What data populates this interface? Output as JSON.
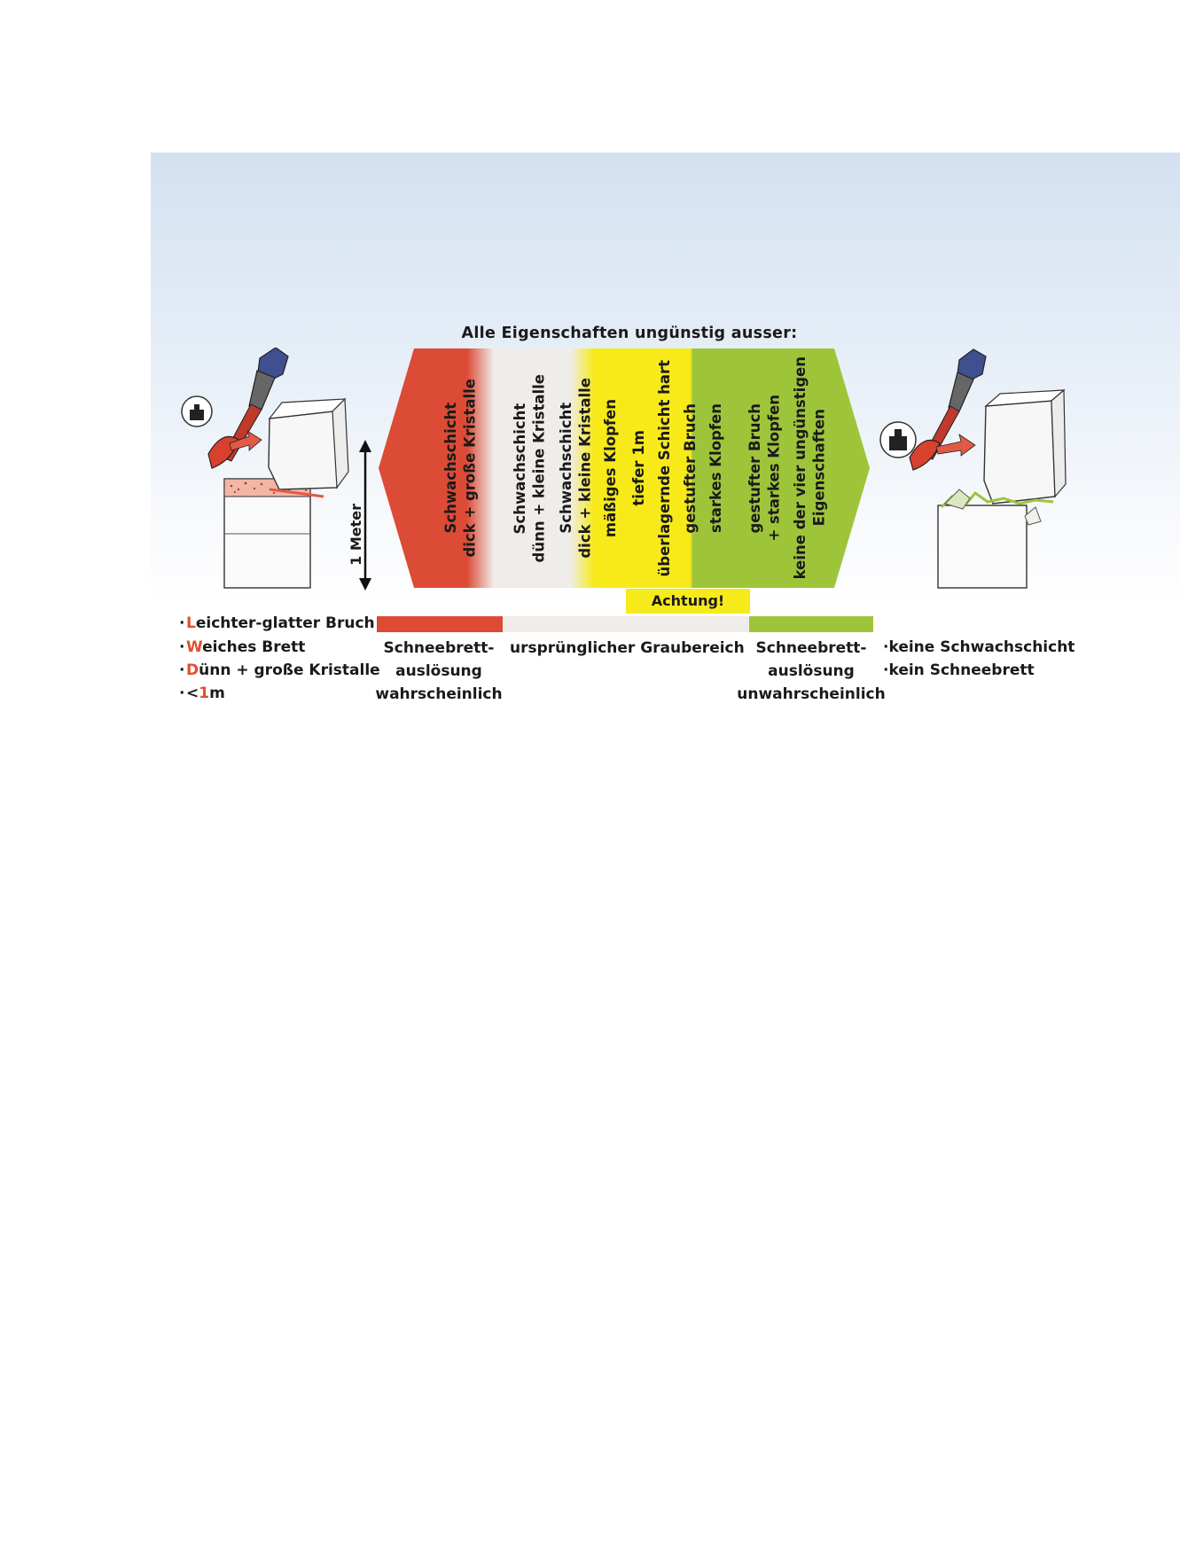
{
  "title": "Alle Eigenschaften ungünstig ausser:",
  "columns": [
    {
      "lines": [
        "Schwachschicht",
        "dick + große Kristalle"
      ]
    },
    {
      "lines": [
        "Schwachschicht",
        "dünn + kleine Kristalle"
      ]
    },
    {
      "lines": [
        "Schwachschicht",
        "dick + kleine Kristalle"
      ]
    },
    {
      "lines": [
        "mäßiges Klopfen"
      ]
    },
    {
      "lines": [
        "tiefer 1m"
      ]
    },
    {
      "lines": [
        "überlagernde Schicht hart"
      ]
    },
    {
      "lines": [
        "gestufter Bruch"
      ]
    },
    {
      "lines": [
        "starkes Klopfen"
      ]
    },
    {
      "lines": [
        "gestufter Bruch",
        "+ starkes Klopfen"
      ]
    },
    {
      "lines": [
        "keine der vier ungünstigen",
        "Eigenschaften"
      ]
    }
  ],
  "meter_label": "1 Meter",
  "achtung": "Achtung!",
  "left_legend": [
    {
      "accent": "L",
      "rest": "eichter-glatter Bruch"
    },
    {
      "accent": "W",
      "rest": "eiches Brett"
    },
    {
      "accent": "D",
      "rest": "ünn + große Kristalle"
    },
    {
      "prefix": "<",
      "accent": "1",
      "rest": "m"
    }
  ],
  "captions": {
    "red": [
      "Schneebrett-",
      "auslösung",
      "wahrscheinlich"
    ],
    "grey": "ursprünglicher Graubereich",
    "green": [
      "Schneebrett-",
      "auslösung",
      "unwahrscheinlich"
    ]
  },
  "right_legend": [
    "keine Schwachschicht",
    "kein Schneebrett"
  ],
  "colors": {
    "red": "#dc4b36",
    "grey": "#f0ecea",
    "yellow": "#f7ea18",
    "green": "#9ec53a",
    "accent_letter": "#e0502c"
  },
  "icons": [
    "shovel-icon",
    "glove-icon",
    "weight-icon",
    "snow-block-icon",
    "double-arrow-icon"
  ]
}
